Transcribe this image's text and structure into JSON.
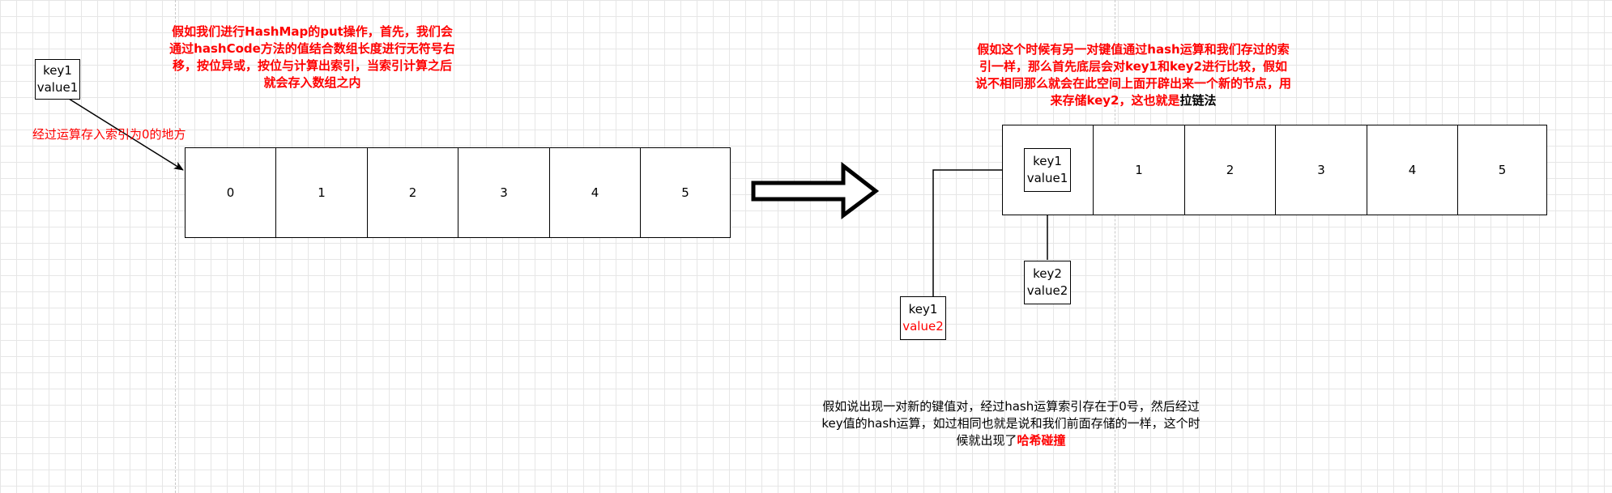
{
  "left_note": {
    "text": "假如我们进行HashMap的put操作，首先，我们会通过hashCode方法的值结合数组长度进行无符号右移，按位异或，按位与计算出索引，当索引计算之后就会存入数组之内",
    "color": "#ff0000"
  },
  "left_entry": {
    "key": "key1",
    "value": "value1"
  },
  "left_arrow_label": "经过运算存入索引为0的地方",
  "left_array": [
    "0",
    "1",
    "2",
    "3",
    "4",
    "5"
  ],
  "right_note": {
    "text_red": "假如这个时候有另一对键值通过hash运算和我们存过的索引一样，那么首先底层会对key1和key2进行比较，假如说不相同那么就会在此空间上面开辟出来一个新的节点，用来存储key2，这也就是",
    "text_black": "拉链法"
  },
  "right_array": {
    "first_cell": {
      "key": "key1",
      "value": "value1"
    },
    "cells": [
      "1",
      "2",
      "3",
      "4",
      "5"
    ]
  },
  "key2_entry": {
    "key": "key2",
    "value": "value2"
  },
  "collision_entry": {
    "key": "key1",
    "value": "value2",
    "value_color": "#ff0000"
  },
  "bottom_note": {
    "text_black": "假如说出现一对新的键值对，经过hash运算索引存在于0号，然后经过key值的hash运算，如过相同也就是说和我们前面存储的一样，这个时候就出现了",
    "text_red": "哈希碰撞"
  }
}
